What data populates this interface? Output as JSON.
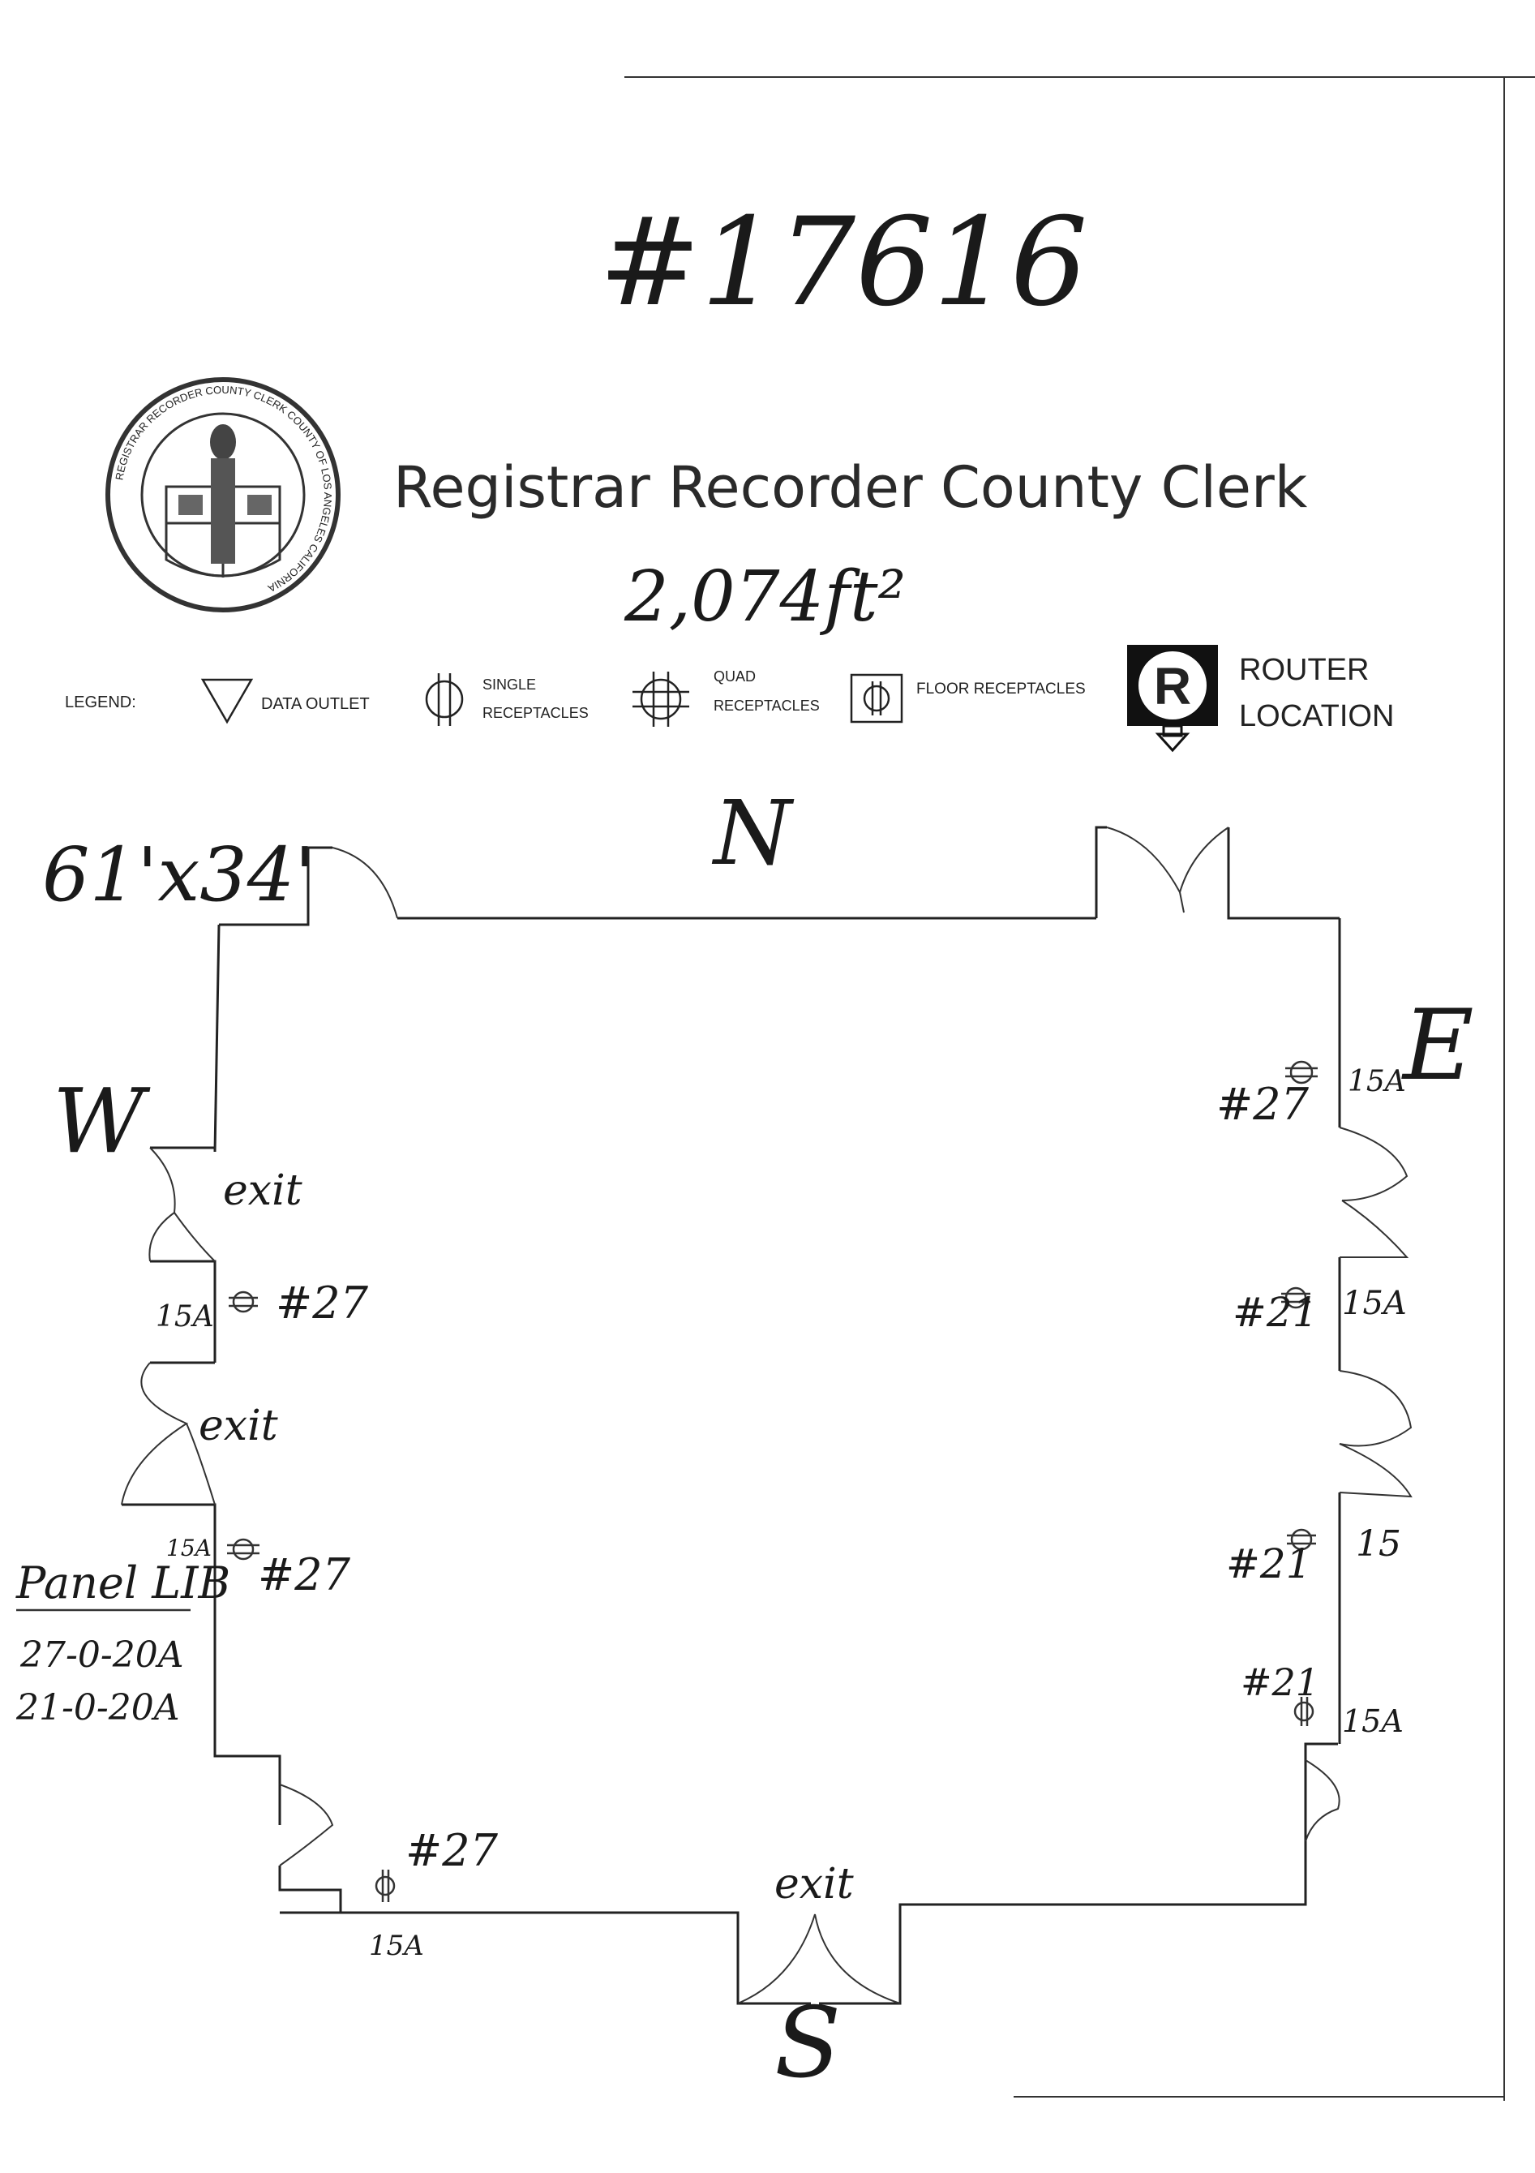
{
  "header": {
    "doc_number": "#17616",
    "title": "Registrar Recorder County Clerk",
    "area": "2,074ft²",
    "seal_text": "REGISTRAR RECORDER COUNTY CLERK COUNTY OF LOS ANGELES CALIFORNIA"
  },
  "legend": {
    "label": "LEGEND:",
    "items": [
      {
        "icon": "data-outlet-triangle-icon",
        "label": "DATA OUTLET"
      },
      {
        "icon": "single-receptacle-icon",
        "label_line1": "SINGLE",
        "label_line2": "RECEPTACLES"
      },
      {
        "icon": "quad-receptacle-icon",
        "label_line1": "QUAD",
        "label_line2": "RECEPTACLES"
      },
      {
        "icon": "floor-receptacle-icon",
        "label": "FLOOR RECEPTACLES"
      },
      {
        "icon": "router-icon",
        "glyph": "R",
        "label_line1": "ROUTER",
        "label_line2": "LOCATION"
      }
    ]
  },
  "plan": {
    "dimensions": "61'x34'",
    "compass": {
      "north": "N",
      "south": "S",
      "east": "E",
      "west": "W"
    },
    "exits": [
      "exit",
      "exit",
      "exit"
    ],
    "panel": {
      "label": "Panel LIB",
      "circuit1": "27-0-20A",
      "circuit2": "21-0-20A"
    },
    "outlets": [
      {
        "circuit": "#27",
        "amps": "15A"
      },
      {
        "circuit": "#27",
        "amps": "15A"
      },
      {
        "circuit": "#27",
        "amps": "15A"
      },
      {
        "circuit": "#27",
        "amps": "15A"
      },
      {
        "circuit": "#21",
        "amps": "15A"
      },
      {
        "circuit": "#21",
        "amps": "15"
      },
      {
        "circuit": "#21",
        "amps": "15A"
      }
    ]
  }
}
